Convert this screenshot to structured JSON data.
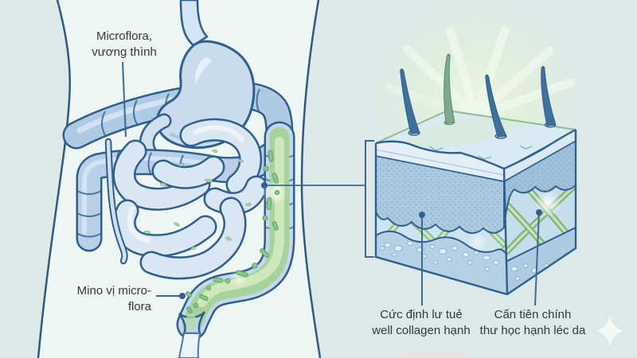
{
  "scene": {
    "description": "Illustrated medical diagram linking gut microflora in the intestines to skin collagen structure",
    "left_panel": "human torso with stomach and intestines, lower colon highlighted green with microflora bacteria",
    "right_panel": "3D skin cross-section cube with hairs, green glow, dermis, collagen mesh and subcutaneous layer"
  },
  "labels": {
    "gut_top": {
      "line1": "Microflora,",
      "line2": "vương thình"
    },
    "gut_bottom": {
      "line1": "Mino vị micro-",
      "line2": "flora"
    },
    "skin_left": {
      "line1": "Cức định lư tuẻ",
      "line2": "well collagen hạnh"
    },
    "skin_right": {
      "line1": "Cấn tiên chính",
      "line2": "thư học hạnh léc da"
    }
  },
  "icons": {
    "sparkle": "four-point-sparkle-icon"
  },
  "colors": {
    "background": "#dde9e8",
    "body_fill": "#edf6f3",
    "outline_navy": "#2e5f8e",
    "organ_blue": "#c9dcee",
    "colon_blue": "#b7d0e7",
    "microflora_green": "#a8d29c",
    "bacteria_green": "#8bc78d",
    "skin_top_blue": "#d8eaf4",
    "dermis_blue": "#abc9df",
    "collagen_fiber_green": "#90c187",
    "glow_green": "#e7f6df",
    "label_text": "#34383b",
    "sparkle_white": "#f3faf5"
  }
}
